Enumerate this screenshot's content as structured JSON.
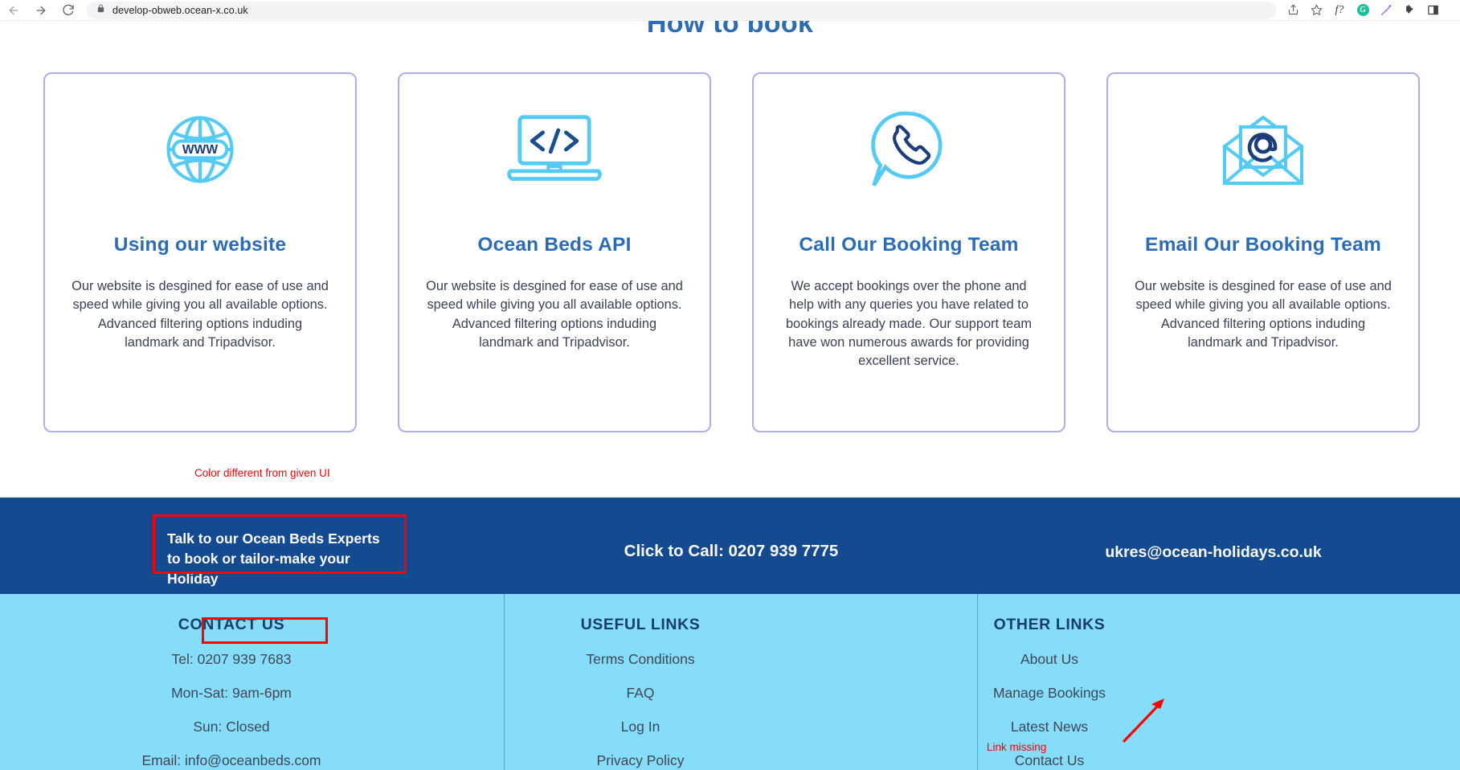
{
  "browser": {
    "url": "develop-obweb.ocean-x.co.uk",
    "icons": {
      "back": "back-arrow-icon",
      "forward": "forward-arrow-icon",
      "reload": "reload-icon",
      "lock": "lock-icon",
      "share": "share-icon",
      "bookmark": "star-icon",
      "ext_fx": "f?",
      "ext_grammarly": "G",
      "ext_pen": "pen-icon",
      "ext_puzzle": "puzzle-icon",
      "ext_sidepanel": "side-panel-icon"
    }
  },
  "page": {
    "heading": "How to book",
    "cards": [
      {
        "icon": "globe-www-icon",
        "title": "Using our website",
        "body": "Our website is desgined for ease of use and speed while giving you all available options. Advanced filtering options induding landmark and Tripadvisor."
      },
      {
        "icon": "laptop-code-icon",
        "title": "Ocean Beds API",
        "body": "Our website is desgined for ease of use and speed while giving you all available options. Advanced filtering options induding landmark and Tripadvisor."
      },
      {
        "icon": "phone-speech-bubble-icon",
        "title": "Call Our Booking Team",
        "body": "We accept bookings over the phone and help with any queries you have related to bookings already made. Our support team have won numerous awards for providing excellent service."
      },
      {
        "icon": "envelope-at-icon",
        "title": "Email Our Booking Team",
        "body": "Our website is desgined for ease of use and speed while giving you all available options. Advanced filtering options induding landmark and Tripadvisor."
      }
    ],
    "cta": {
      "tagline": "Talk to our Ocean Beds Experts to book or tailor-make your Holiday",
      "phone": "Click to Call: 0207 939 7775",
      "email": "ukres@ocean-holidays.co.uk"
    },
    "footer": {
      "contact": {
        "heading": "CONTACT US",
        "lines": [
          "Tel: 0207 939 7683",
          "Mon-Sat: 9am-6pm",
          "Sun: Closed",
          "Email: info@oceanbeds.com"
        ]
      },
      "useful": {
        "heading": "USEFUL LINKS",
        "links": [
          "Terms Conditions",
          "FAQ",
          "Log In",
          "Privacy Policy"
        ]
      },
      "other": {
        "heading": "OTHER LINKS",
        "links": [
          "About Us",
          "Manage Bookings",
          "Latest News",
          "Contact Us"
        ]
      }
    }
  },
  "annotations": {
    "color_note": "Color different from given UI",
    "link_missing": "Link missing"
  },
  "colors": {
    "brand_dark_blue": "#134A90",
    "brand_light_blue": "#85DDFA",
    "card_border_purple": "#ADAEEC",
    "title_blue": "#2C6CB5",
    "icon_light_blue": "#54CBF5",
    "icon_dark_blue": "#1B3D7A",
    "annotation_red": "#FF0000"
  }
}
